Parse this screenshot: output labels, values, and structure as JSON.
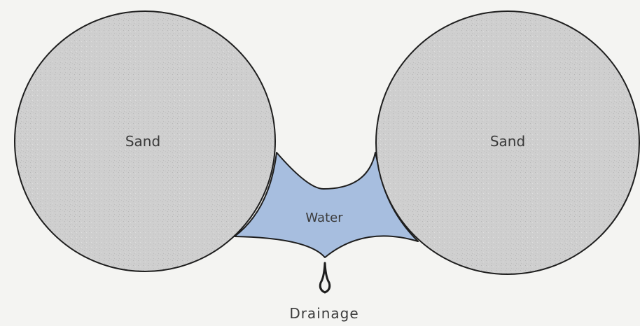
{
  "labels": {
    "left_grain": "Sand",
    "right_grain": "Sand",
    "fluid": "Water",
    "outflow": "Drainage"
  },
  "colors": {
    "background": "#f4f4f2",
    "sand_fill": "#cfcfcf",
    "water_fill": "#a7bedf",
    "outline": "#1e1e1e",
    "text": "#3b3b3b"
  }
}
